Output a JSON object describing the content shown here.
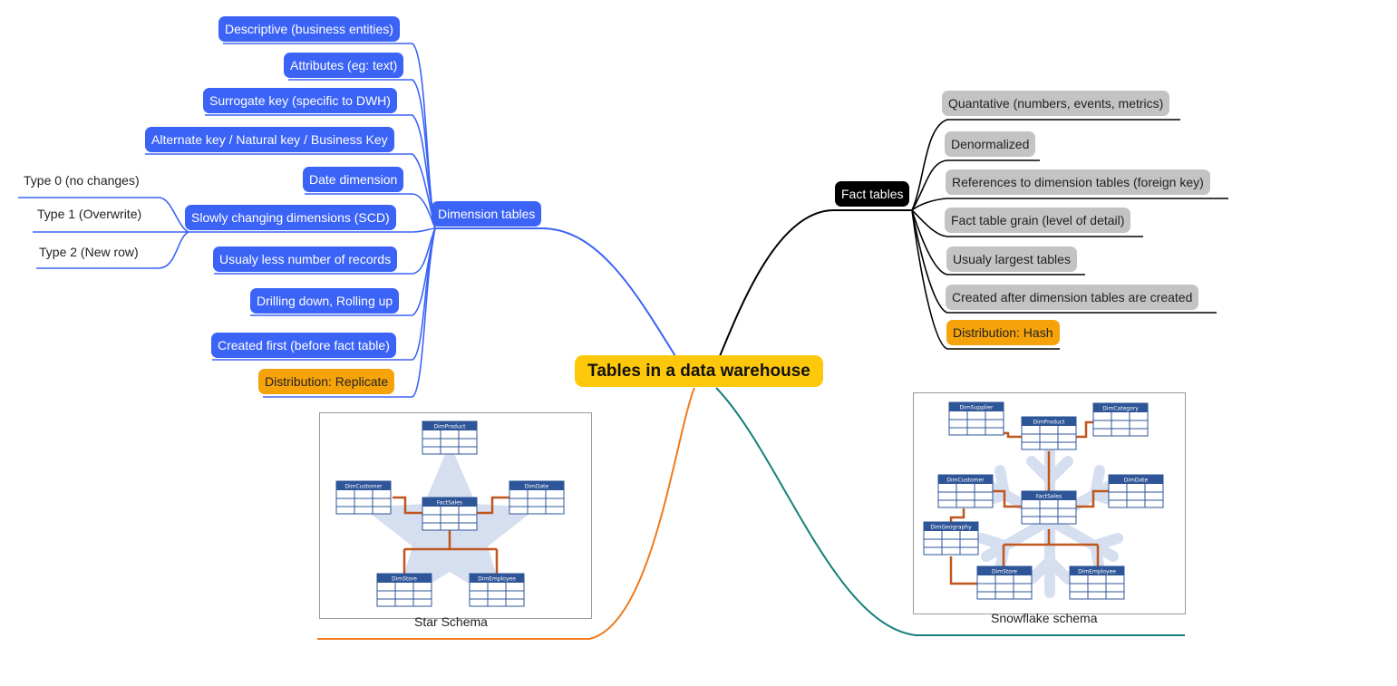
{
  "central_topic": "Tables in a data warehouse",
  "colors": {
    "central": "#fec80a",
    "dimension_branch": "#3b63f6",
    "fact_branch": "#000000",
    "star_branch": "#f07a1b",
    "snowflake_branch": "#16807a",
    "table_header": "#2e5597",
    "connector": "#c0561e",
    "shape_fill": "#d6dff0"
  },
  "dimension_tables": {
    "label": "Dimension tables",
    "items": [
      "Descriptive (business entities)",
      "Attributes (eg: text)",
      "Surrogate key (specific to DWH)",
      "Alternate key / Natural key / Business Key",
      "Date dimension",
      "Slowly changing dimensions (SCD)",
      "Usualy less number of records",
      "Drilling down, Rolling up",
      "Created first (before fact table)",
      "Distribution: Replicate"
    ],
    "scd_types": [
      "Type 0 (no changes)",
      "Type 1 (Overwrite)",
      "Type 2 (New row)"
    ]
  },
  "fact_tables": {
    "label": "Fact tables",
    "items": [
      "Quantative (numbers, events, metrics)",
      "Denormalized",
      "References to dimension tables (foreign key)",
      "Fact table grain (level of detail)",
      "Usualy largest tables",
      "Created after dimension tables are created",
      "Distribution: Hash"
    ]
  },
  "star_schema": {
    "caption": "Star Schema",
    "tables": [
      "DimProduct",
      "DimCustomer",
      "FactSales",
      "DimDate",
      "DimStore",
      "DimEmployee"
    ]
  },
  "snowflake_schema": {
    "caption": "Snowflake schema",
    "tables": [
      "DimSupplier",
      "DimProduct",
      "DimCategory",
      "DimCustomer",
      "FactSales",
      "DimDate",
      "DimGeography",
      "DimStore",
      "DimEmployee"
    ]
  }
}
